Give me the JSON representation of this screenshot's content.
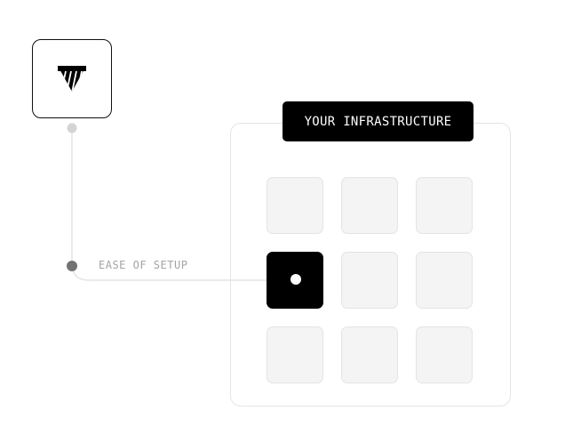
{
  "diagram": {
    "logo": {
      "icon": "vercel-triangle-logo-icon"
    },
    "step_label": "EASE OF SETUP",
    "infrastructure": {
      "title": "YOUR INFRASTRUCTURE",
      "grid": {
        "rows": 3,
        "cols": 3,
        "active_row": 2,
        "active_col": 1
      }
    },
    "colors": {
      "connector_line": "#e4e4e7",
      "connector_top_dot": "#d4d4d4",
      "connector_mid_dot": "#737373",
      "active_cell": "#000000",
      "idle_cell": "#f4f4f5",
      "label_text": "#a3a3a3"
    }
  }
}
